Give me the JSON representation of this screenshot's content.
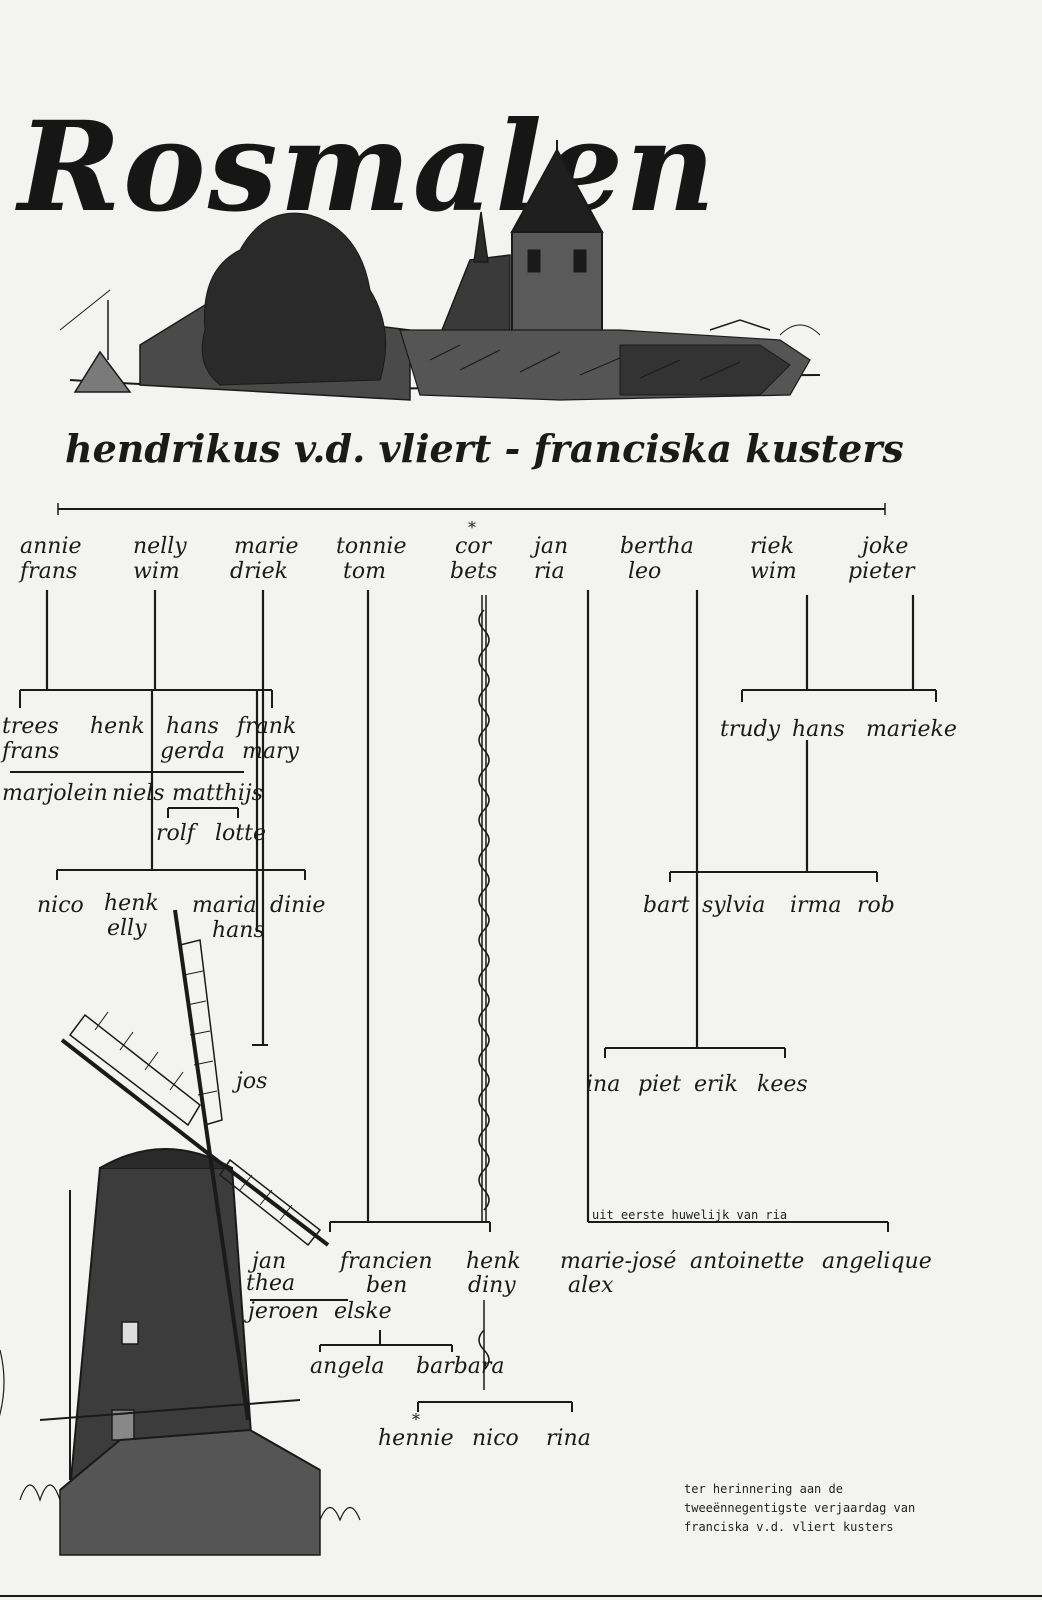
{
  "title": "Rosmalen",
  "couple": "hendrikus v.d. vliert - franciska kusters",
  "children": [
    {
      "name": "annie",
      "partner": "frans"
    },
    {
      "name": "nelly",
      "partner": "wim"
    },
    {
      "name": "marie",
      "partner": "driek"
    },
    {
      "name": "tonnie",
      "partner": "tom"
    },
    {
      "name": "cor",
      "partner": "bets"
    },
    {
      "name": "jan",
      "partner": "ria"
    },
    {
      "name": "bertha",
      "partner": "leo"
    },
    {
      "name": "riek",
      "partner": "wim"
    },
    {
      "name": "joke",
      "partner": "pieter"
    }
  ],
  "grandchildren": {
    "group_a": [
      {
        "name": "trees",
        "partner": "frans"
      },
      {
        "name": "henk",
        "partner": ""
      },
      {
        "name": "hans",
        "partner": "gerda"
      },
      {
        "name": "frank",
        "partner": "mary"
      }
    ],
    "group_a_great": [
      "marjolein",
      "niels",
      "matthijs"
    ],
    "group_a_great2": [
      "rolf",
      "lotte"
    ],
    "group_b": [
      {
        "name": "nico",
        "partner": ""
      },
      {
        "name": "henk",
        "partner": "elly"
      },
      {
        "name": "maria",
        "partner": "hans"
      },
      {
        "name": "dinie",
        "partner": ""
      }
    ],
    "jos": "jos",
    "group_c": [
      "trudy",
      "hans",
      "marieke"
    ],
    "group_d": [
      "bart",
      "sylvia",
      "irma",
      "rob"
    ],
    "group_e": [
      "ina",
      "piet",
      "erik",
      "kees"
    ],
    "group_f": [
      {
        "name": "jan",
        "partner": "thea"
      },
      {
        "name": "francien",
        "partner": "ben"
      },
      {
        "name": "henk",
        "partner": "diny"
      }
    ],
    "group_f_great": [
      "jeroen",
      "elske"
    ],
    "group_f_great2": [
      "angela",
      "barbara"
    ],
    "group_g": [
      "hennie",
      "nico",
      "rina"
    ],
    "group_h": [
      {
        "name": "marie-josé",
        "partner": "alex"
      },
      {
        "name": "antoinette",
        "partner": ""
      },
      {
        "name": "angelique",
        "partner": ""
      }
    ]
  },
  "line_note": "uit eerste huwelijk van ria",
  "dedication": [
    "ter herinnering aan de",
    "tweeënnegentigste verjaardag van",
    "franciska v.d. vliert kusters"
  ]
}
